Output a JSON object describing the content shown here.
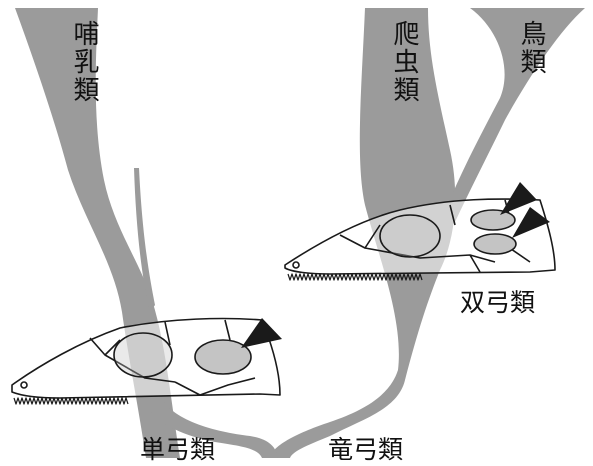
{
  "labels": {
    "mammals": "哺乳類",
    "reptiles": "爬虫類",
    "birds": "鳥類",
    "diapsid": "双弓類",
    "synapsid": "単弓類",
    "sauropsid": "竜弓類"
  },
  "colors": {
    "branch": "#9b9b9b",
    "fenestra": "#c4c4c4",
    "outline": "#1a1a1a",
    "arrow": "#1a1a1a"
  }
}
